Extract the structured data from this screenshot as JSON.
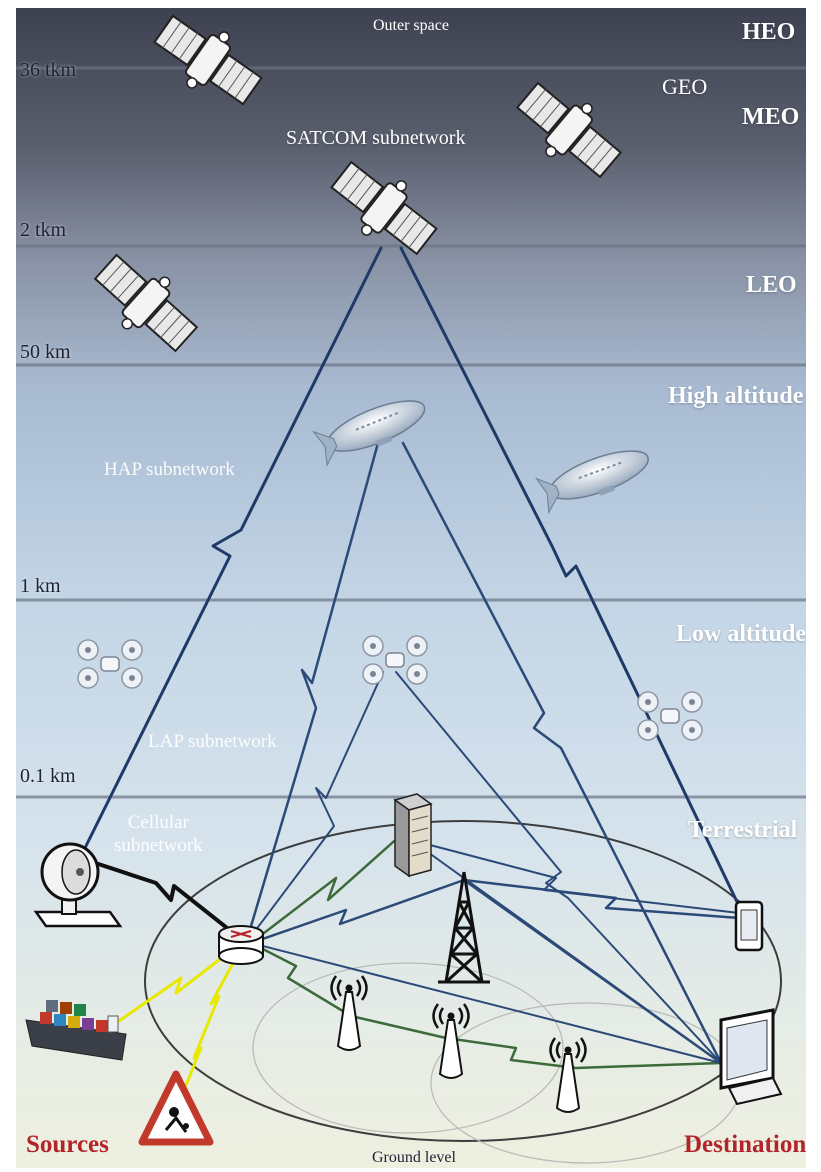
{
  "top": {
    "outer_space": "Outer space"
  },
  "orbits": {
    "heo": "HEO",
    "geo": "GEO",
    "meo": "MEO",
    "leo": "LEO"
  },
  "altitudes": {
    "a36": "36 tkm",
    "a2": "2 tkm",
    "a50": "50 km",
    "a1": "1 km",
    "a01": "0.1 km"
  },
  "layers": {
    "high": "High altitude",
    "low": "Low altitude",
    "terrestrial": "Terrestrial"
  },
  "subnetworks": {
    "satcom": "SATCOM subnetwork",
    "hap": "HAP subnetwork",
    "lap": "LAP subnetwork",
    "cellular": "Cellular\nsubnetwork"
  },
  "bottom": {
    "sources": "Sources",
    "destinations": "Destinations",
    "ground": "Ground level"
  },
  "colors": {
    "link": "#2a3f6e",
    "wireless_link": "#3d6a3a",
    "yellow_link": "#e8e800",
    "endpoint_text": "#b3242a"
  }
}
